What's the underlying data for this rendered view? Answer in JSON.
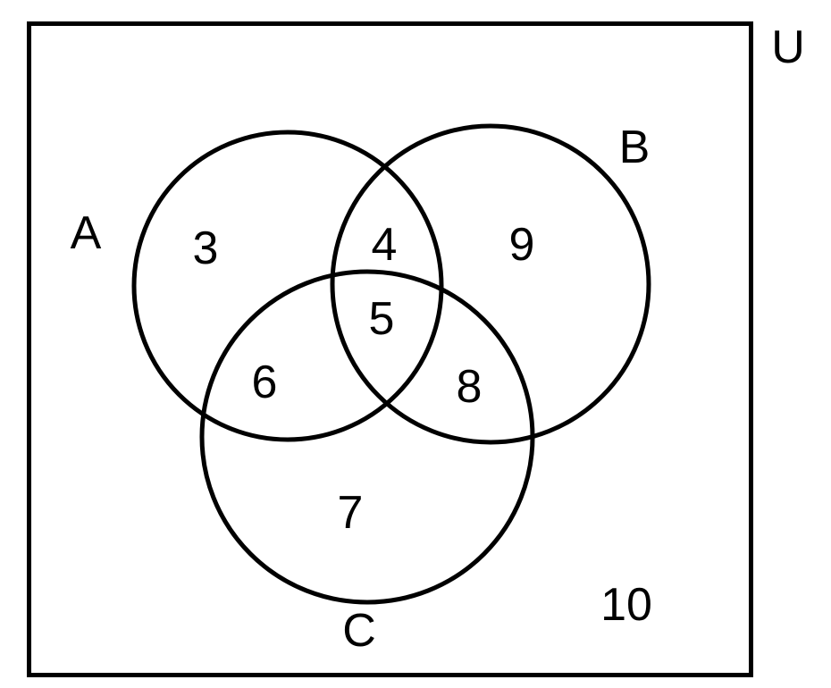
{
  "venn_diagram": {
    "universe_label": "U",
    "set_labels": {
      "a": "A",
      "b": "B",
      "c": "C"
    },
    "region_values": {
      "a_only": "3",
      "a_and_b": "4",
      "b_only": "9",
      "a_and_b_and_c": "5",
      "a_and_c": "6",
      "b_and_c": "8",
      "c_only": "7",
      "outside_sets": "10"
    },
    "colors": {
      "stroke": "#000000",
      "background": "#ffffff"
    }
  }
}
